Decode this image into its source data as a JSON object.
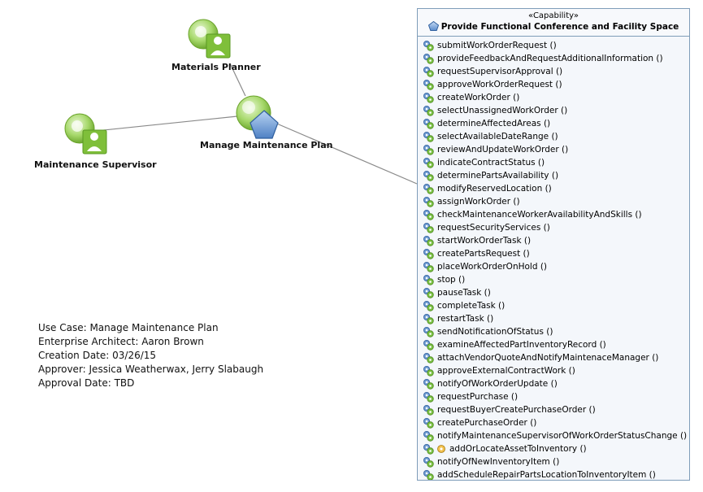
{
  "actors": {
    "materials_planner": {
      "label": "Materials Planner"
    },
    "maintenance_supervisor": {
      "label": "Maintenance Supervisor"
    }
  },
  "use_case": {
    "label": "Manage Maintenance Plan"
  },
  "info": {
    "use_case": "Use Case: Manage Maintenance Plan",
    "architect": "Enterprise Architect:  Aaron Brown",
    "creation_date": "Creation Date:  03/26/15",
    "approver": "Approver: Jessica Weatherwax, Jerry Slabaugh",
    "approval_date": "Approval Date: TBD"
  },
  "capability": {
    "stereotype": "«Capability»",
    "title": "Provide Functional Conference and Facility Space",
    "operations": [
      "submitWorkOrderRequest ()",
      "provideFeedbackAndRequestAdditionalInformation ()",
      "requestSupervisorApproval ()",
      "approveWorkOrderRequest ()",
      "createWorkOrder ()",
      "selectUnassignedWorkOrder ()",
      "determineAffectedAreas ()",
      "selectAvailableDateRange ()",
      "reviewAndUpdateWorkOrder ()",
      "indicateContractStatus ()",
      "determinePartsAvailability ()",
      "modifyReservedLocation ()",
      "assignWorkOrder ()",
      "checkMaintenanceWorkerAvailabilityAndSkills ()",
      "requestSecurityServices ()",
      "startWorkOrderTask ()",
      "createPartsRequest ()",
      "placeWorkOrderOnHold ()",
      "stop ()",
      "pauseTask ()",
      "completeTask ()",
      "restartTask ()",
      "sendNotificationOfStatus ()",
      "examineAffectedPartInventoryRecord ()",
      "attachVendorQuoteAndNotifyMaintenaceManager ()",
      "approveExternalContractWork ()",
      "notifyOfWorkOrderUpdate ()",
      "requestPurchase ()",
      "requestBuyerCreatePurchaseOrder ()",
      "createPurchaseOrder ()",
      "notifyMaintenanceSupervisorOfWorkOrderStatusChange ()",
      "addOrLocateAssetToInventory ()",
      "notifyOfNewInventoryItem ()",
      "addScheduleRepairPartsLocationToInventoryItem ()"
    ]
  },
  "colors": {
    "actor_green": "#8cc63f",
    "usecase_green": "#9ed36a",
    "pentagon_blue": "#6f9fd8",
    "border_blue": "#7f9db9"
  }
}
